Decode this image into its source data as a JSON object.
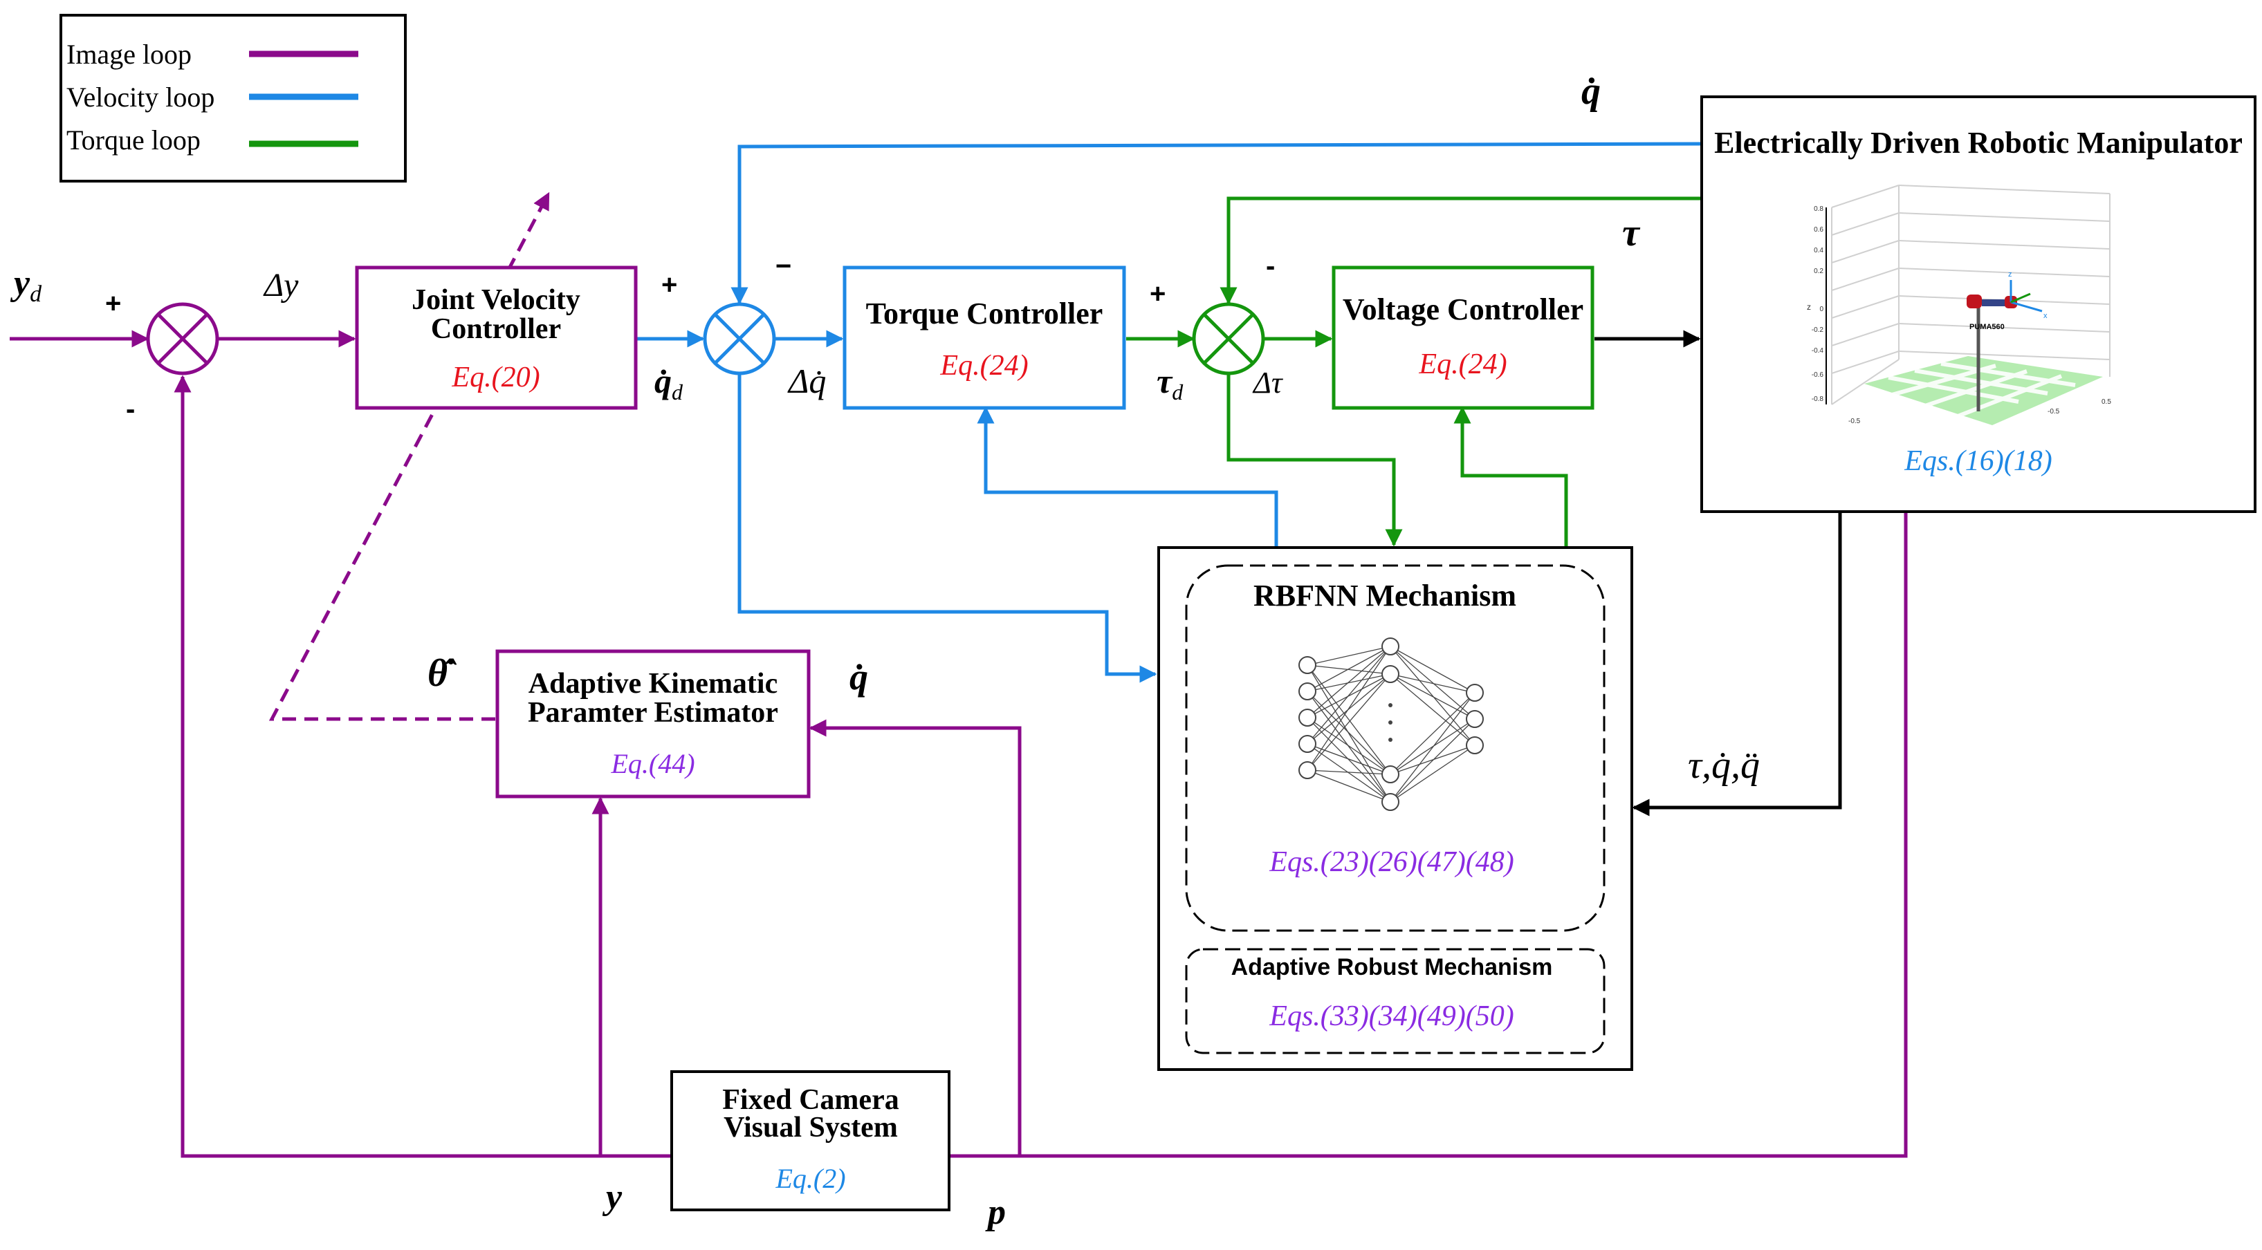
{
  "colors": {
    "image": "#8B0A8B",
    "velocity": "#1E88E5",
    "torque": "#14960E",
    "black": "#000000",
    "eq_red": "#E8141E",
    "eq_violet": "#8A2BE2",
    "eq_blue": "#1E88E5"
  },
  "legend": {
    "image": "Image loop",
    "velocity": "Velocity loop",
    "torque": "Torque loop"
  },
  "blocks": {
    "jvc": {
      "line1": "Joint Velocity",
      "line2": "Controller",
      "eq": "Eq.(20)"
    },
    "tc": {
      "line1": "Torque Controller",
      "eq": "Eq.(24)"
    },
    "vc": {
      "line1": "Voltage Controller",
      "eq": "Eq.(24)"
    },
    "robot": {
      "title": "Electrically Driven Robotic Manipulator",
      "eq": "Eqs.(16)(18)",
      "plot_label": "PUMA560"
    },
    "akpe": {
      "line1": "Adaptive Kinematic",
      "line2": "Paramter Estimator",
      "eq": "Eq.(44)"
    },
    "rbfnn": {
      "title": "RBFNN Mechanism",
      "eq": "Eqs.(23)(26)(47)(48)"
    },
    "arm": {
      "title": "Adaptive Robust  Mechanism",
      "eq": "Eqs.(33)(34)(49)(50)"
    },
    "cam": {
      "line1": "Fixed Camera",
      "line2": "Visual System",
      "eq": "Eq.(2)"
    }
  },
  "signals": {
    "yd": "y",
    "yd_sub": "d",
    "delta_y": "Δy",
    "qdot": "q̇",
    "qdot_d": "q̇",
    "qdot_d_sub": "d",
    "delta_qdot": "Δq̇",
    "tau": "τ",
    "tau_d": "τ",
    "tau_d_sub": "d",
    "delta_tau": "Δτ",
    "theta_hat_dot": "θ̂̇",
    "qdot_akpe": "q̇",
    "tau_q_qdd": "τ,q̇,q̈",
    "y": "y",
    "p": "p"
  },
  "signs": {
    "s1_plus": "+",
    "s1_minus": "-",
    "s2_plus": "+",
    "s2_minus": "−",
    "s3_plus": "+",
    "s3_minus": "-"
  }
}
